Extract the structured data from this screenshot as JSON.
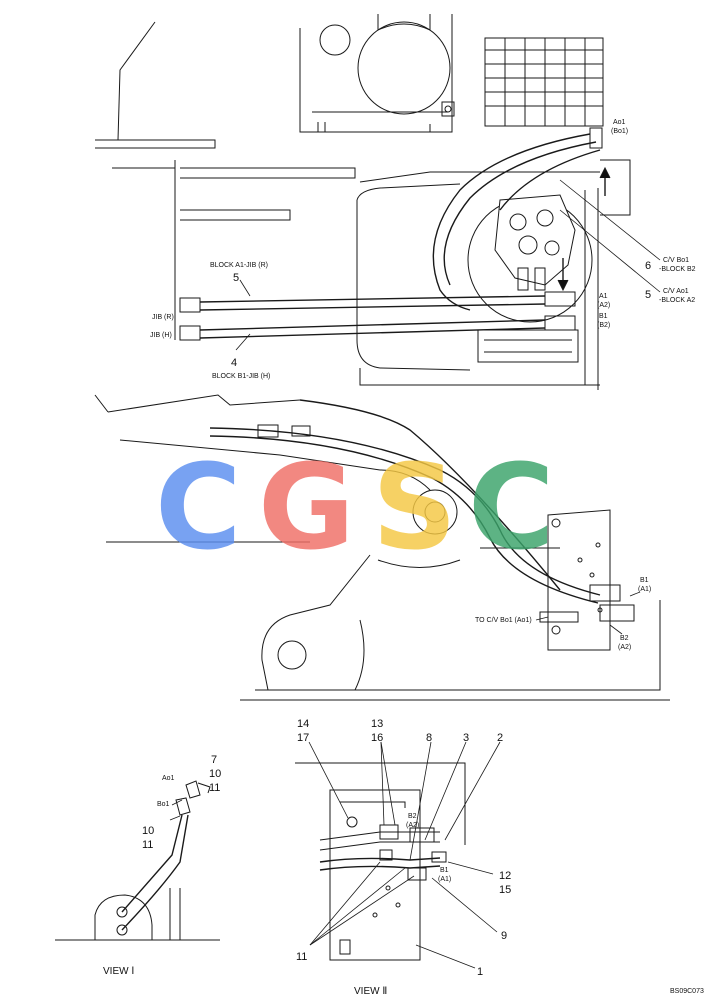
{
  "labels": {
    "block_a1_jib_r": "BLOCK A1-JIB (R)",
    "block_b1_jib_h": "BLOCK B1-JIB (H)",
    "jib_r": "JIB (R)",
    "jib_h": "JIB (H)",
    "ao1_bo1_line1": "Ao1",
    "ao1_bo1_line2": "(Bo1)",
    "cv_bo1_line1": "C/V Bo1",
    "cv_bo1_line2": "-BLOCK B2",
    "cv_ao1_line1": "C/V Ao1",
    "cv_ao1_line2": "-BLOCK A2",
    "a1_a2_line1": "A1",
    "a1_a2_line2": "(A2)",
    "b1_b2_line1": "B1",
    "b1_b2_line2": "(B2)",
    "b1_a1_line1": "B1",
    "b1_a1_line2": "(A1)",
    "b2_a2_line1": "B2",
    "b2_a2_line2": "(A2)",
    "to_cv": "TO C/V Bo1 (Ao1)",
    "view1_ao1": "Ao1",
    "view1_bo1": "Bo1",
    "view2_b2_line1": "B2",
    "view2_b2_line2": "(A2)",
    "view2_b1_line1": "B1",
    "view2_b1_line2": "(A1)",
    "view1_title": "VIEW Ⅰ",
    "view2_title": "VIEW Ⅱ",
    "drawing_code": "BS09C073"
  },
  "part_numbers": {
    "p5_top": "5",
    "p4": "4",
    "p6": "6",
    "p5_right": "5",
    "p7": "7",
    "p10_a": "10",
    "p11_a": "11",
    "p10_b": "10",
    "p11_b": "11",
    "p14": "14",
    "p17": "17",
    "p13": "13",
    "p16": "16",
    "p8": "8",
    "p3": "3",
    "p2": "2",
    "p12": "12",
    "p15": "15",
    "p9": "9",
    "p11_c": "11",
    "p1": "1"
  },
  "watermark": {
    "letters": [
      "C",
      "G",
      "S",
      "C"
    ],
    "colors": [
      "#5b8ef0",
      "#f06e66",
      "#f5c843",
      "#3aa36a"
    ]
  }
}
